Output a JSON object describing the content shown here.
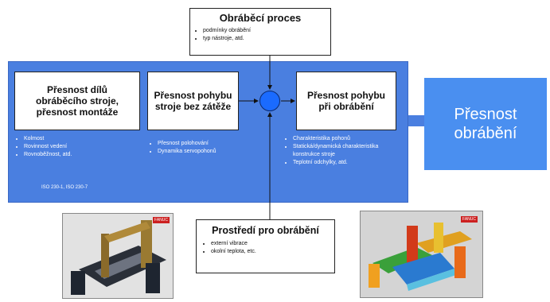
{
  "process": {
    "title": "Obráběcí proces",
    "items": [
      "podmínky obrábění",
      "typ nástroje, atd."
    ]
  },
  "boxes": {
    "parts": "Přesnost dílů obráběcího stroje, přesnost montáže",
    "no_load": "Přesnost pohybu stroje bez zátěže",
    "machining_motion": "Přesnost pohybu při obrábění"
  },
  "lists": {
    "parts": [
      "Kolmost",
      "Rovinnost vedení",
      "Rovnoběžnost, atd."
    ],
    "standard": "ISO 230-1, ISO 230-7",
    "no_load": [
      "Přesnost polohování",
      "Dynamika servopohonů"
    ],
    "machining_motion": [
      "Charakteristika pohonů",
      "Statická/dynamická charakteristika konstrukce stroje",
      "Teplotní odchylky, atd."
    ]
  },
  "result": "Přesnost obrábění",
  "environment": {
    "title": "Prostředí pro obrábění",
    "items": [
      "externí vibrace",
      "okolní teplota, etc."
    ]
  },
  "logos": {
    "left": "FANUC",
    "right": "FANUC"
  },
  "colors": {
    "panel": "#4a7fe0",
    "result": "#4a8ff0",
    "junction": "#1a6bff"
  }
}
